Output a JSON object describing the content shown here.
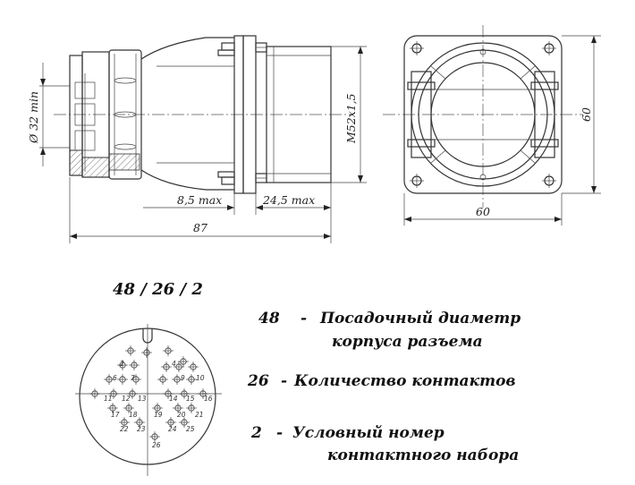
{
  "dimensions": {
    "d32": "Ø 32 min",
    "m52": "M52x1,5",
    "d8_5": "8,5 max",
    "d24_5": "24,5 max",
    "d87": "87",
    "w60": "60",
    "h60": "60"
  },
  "designation": "48 / 26 / 2",
  "legend": [
    {
      "code": "48",
      "dash": "-",
      "line1": "Посадочный диаметр",
      "line2": "корпуса разъема"
    },
    {
      "code": "26",
      "dash": "-",
      "line1": "Количество контактов",
      "line2": ""
    },
    {
      "code": "2",
      "dash": "-",
      "line1": "Условный номер",
      "line2": "контактного набора"
    }
  ],
  "pin_labels": [
    "2",
    "4",
    "6",
    "7",
    "9",
    "10",
    "11",
    "12",
    "13",
    "14",
    "15",
    "16",
    "17",
    "18",
    "19",
    "20",
    "21",
    "22",
    "23",
    "24",
    "25",
    "26"
  ]
}
